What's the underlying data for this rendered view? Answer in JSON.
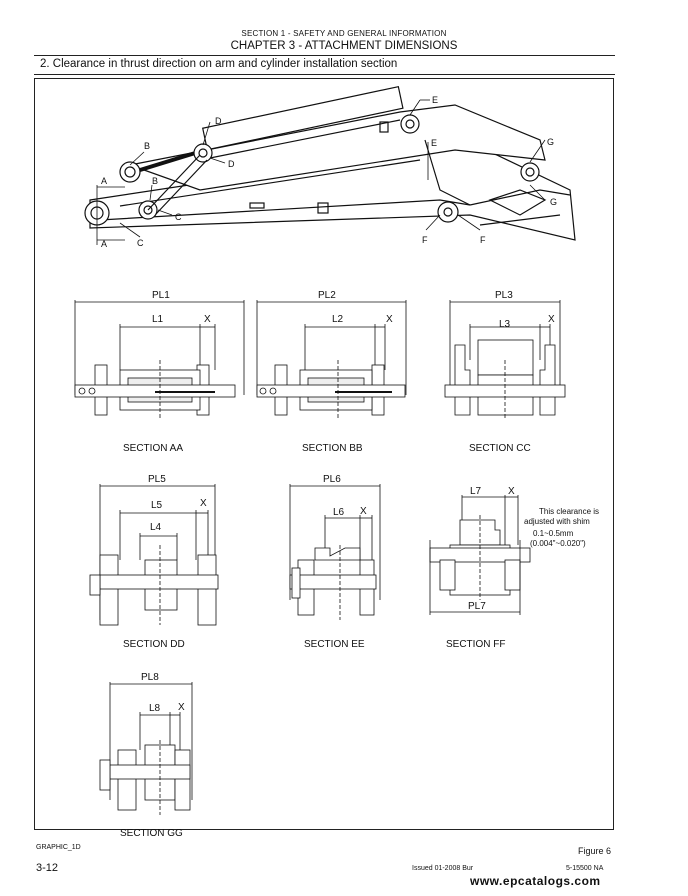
{
  "header": {
    "section": "SECTION 1 - SAFETY AND GENERAL INFORMATION",
    "chapter": "CHAPTER 3 - ATTACHMENT DIMENSIONS"
  },
  "subtitle": "2. Clearance in thrust direction on arm and cylinder installation section",
  "overview": {
    "labels": [
      "A",
      "A",
      "B",
      "B",
      "C",
      "C",
      "D",
      "D",
      "E",
      "E",
      "F",
      "F",
      "G",
      "G"
    ]
  },
  "sections": {
    "aa": {
      "pl": "PL1",
      "l": "L1",
      "x": "X",
      "caption": "SECTION AA"
    },
    "bb": {
      "pl": "PL2",
      "l": "L2",
      "x": "X",
      "caption": "SECTION BB"
    },
    "cc": {
      "pl": "PL3",
      "l": "L3",
      "x": "X",
      "caption": "SECTION CC"
    },
    "dd": {
      "pl": "PL5",
      "l": "L5",
      "l2": "L4",
      "x": "X",
      "caption": "SECTION DD"
    },
    "ee": {
      "pl": "PL6",
      "l": "L6",
      "x": "X",
      "caption": "SECTION EE"
    },
    "ff": {
      "pl": "PL7",
      "l": "L7",
      "x": "X",
      "caption": "SECTION FF",
      "note_line1": "This clearance is",
      "note_line2": "adjusted with shim",
      "note_line3": "0.1~0.5mm",
      "note_line4": "(0.004\"~0.020\")"
    },
    "gg": {
      "pl": "PL8",
      "l": "L8",
      "x": "X",
      "caption": "SECTION GG"
    }
  },
  "footer": {
    "graphic_id": "GRAPHIC_1D",
    "figure": "Figure 6",
    "page": "3-12",
    "issued": "Issued 01-2008   Bur",
    "doc_number": "5-15500 NA",
    "watermark": "www.epcatalogs.com"
  }
}
